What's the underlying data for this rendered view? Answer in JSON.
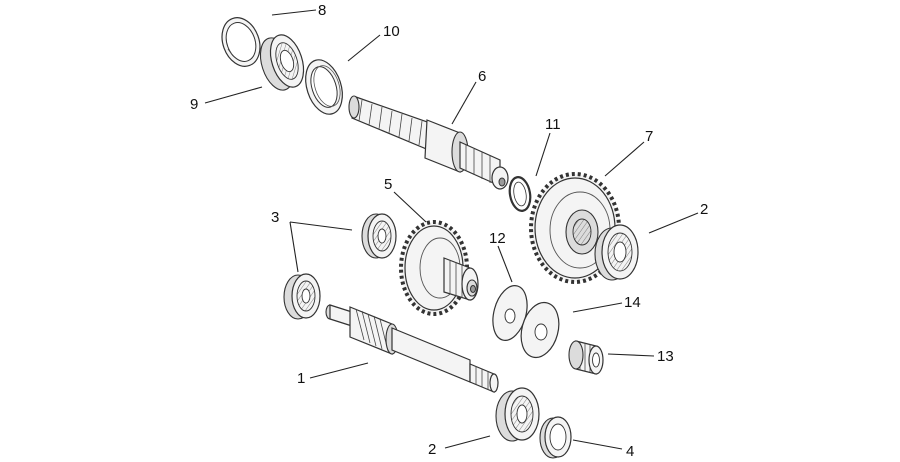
{
  "diagram": {
    "callouts": [
      {
        "id": "c8a",
        "text": "8"
      },
      {
        "id": "c10",
        "text": "10"
      },
      {
        "id": "c9",
        "text": "9"
      },
      {
        "id": "c6",
        "text": "6"
      },
      {
        "id": "c11",
        "text": "11"
      },
      {
        "id": "c7",
        "text": "7"
      },
      {
        "id": "c5",
        "text": "5"
      },
      {
        "id": "c3",
        "text": "3"
      },
      {
        "id": "c12",
        "text": "12"
      },
      {
        "id": "c2a",
        "text": "2"
      },
      {
        "id": "c14",
        "text": "14"
      },
      {
        "id": "c13",
        "text": "13"
      },
      {
        "id": "c1",
        "text": "1"
      },
      {
        "id": "c2b",
        "text": "2"
      },
      {
        "id": "c4",
        "text": "4"
      }
    ]
  }
}
